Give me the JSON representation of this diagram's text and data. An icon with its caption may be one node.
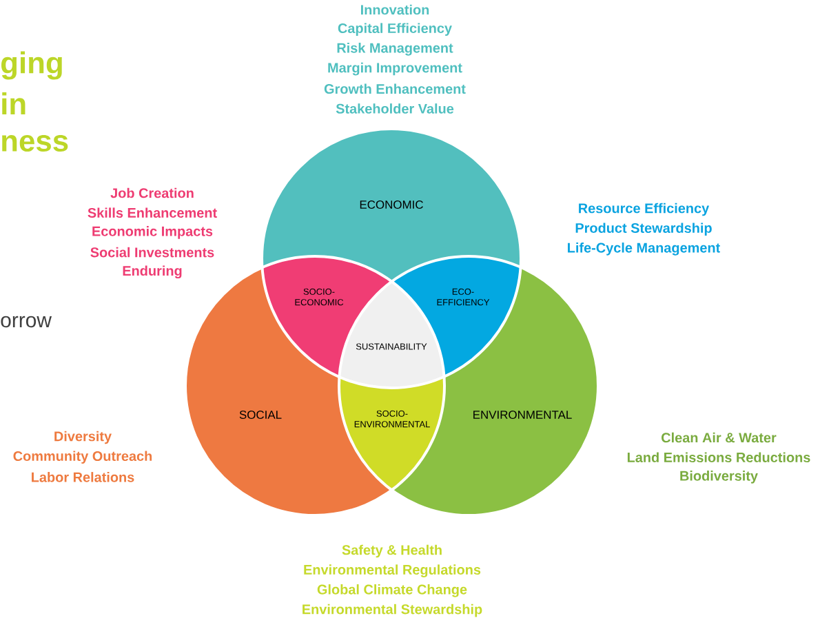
{
  "diagram": {
    "nodes": [
      {
        "text": [
          "ECONOMIC"
        ],
        "beside": [
          "Innovation",
          "Capital Efficiency",
          "Risk Management",
          "Margin Improvement",
          "Growth Enhancement",
          "Stakeholder Value"
        ]
      },
      {
        "text": [
          "SOCIAL"
        ],
        "beside": [
          "Diversity",
          "Community Outreach",
          "Labor Relations"
        ]
      },
      {
        "text": [
          "ENVIRONMENTAL"
        ],
        "beside": [
          "Clean Air & Water",
          "Land Emissions Reductions",
          "Biodiversity"
        ]
      },
      {
        "text": [
          "SOCIO- ECONOMIC"
        ],
        "beside": [
          "Job Creation",
          "Skills Enhancement",
          "Economic Impacts",
          "Social Investments",
          "Enduring"
        ]
      },
      {
        "text": [
          "ECO- EFFICIENCY"
        ],
        "beside": [
          "Resource Efficiency",
          "Product Stewardship",
          "Life-Cycle Management"
        ]
      },
      {
        "text": [
          "SUSTAINABILITY"
        ]
      },
      {
        "text": [
          "SOCIO- ENVIRONMENTAL"
        ],
        "beside": [
          "Safety & Health",
          "Environmental Regulations",
          "Global Climate Change",
          "Environmental Stewardship"
        ]
      }
    ],
    "labels": [
      "ging",
      "in",
      "ness",
      "orrow"
    ]
  }
}
